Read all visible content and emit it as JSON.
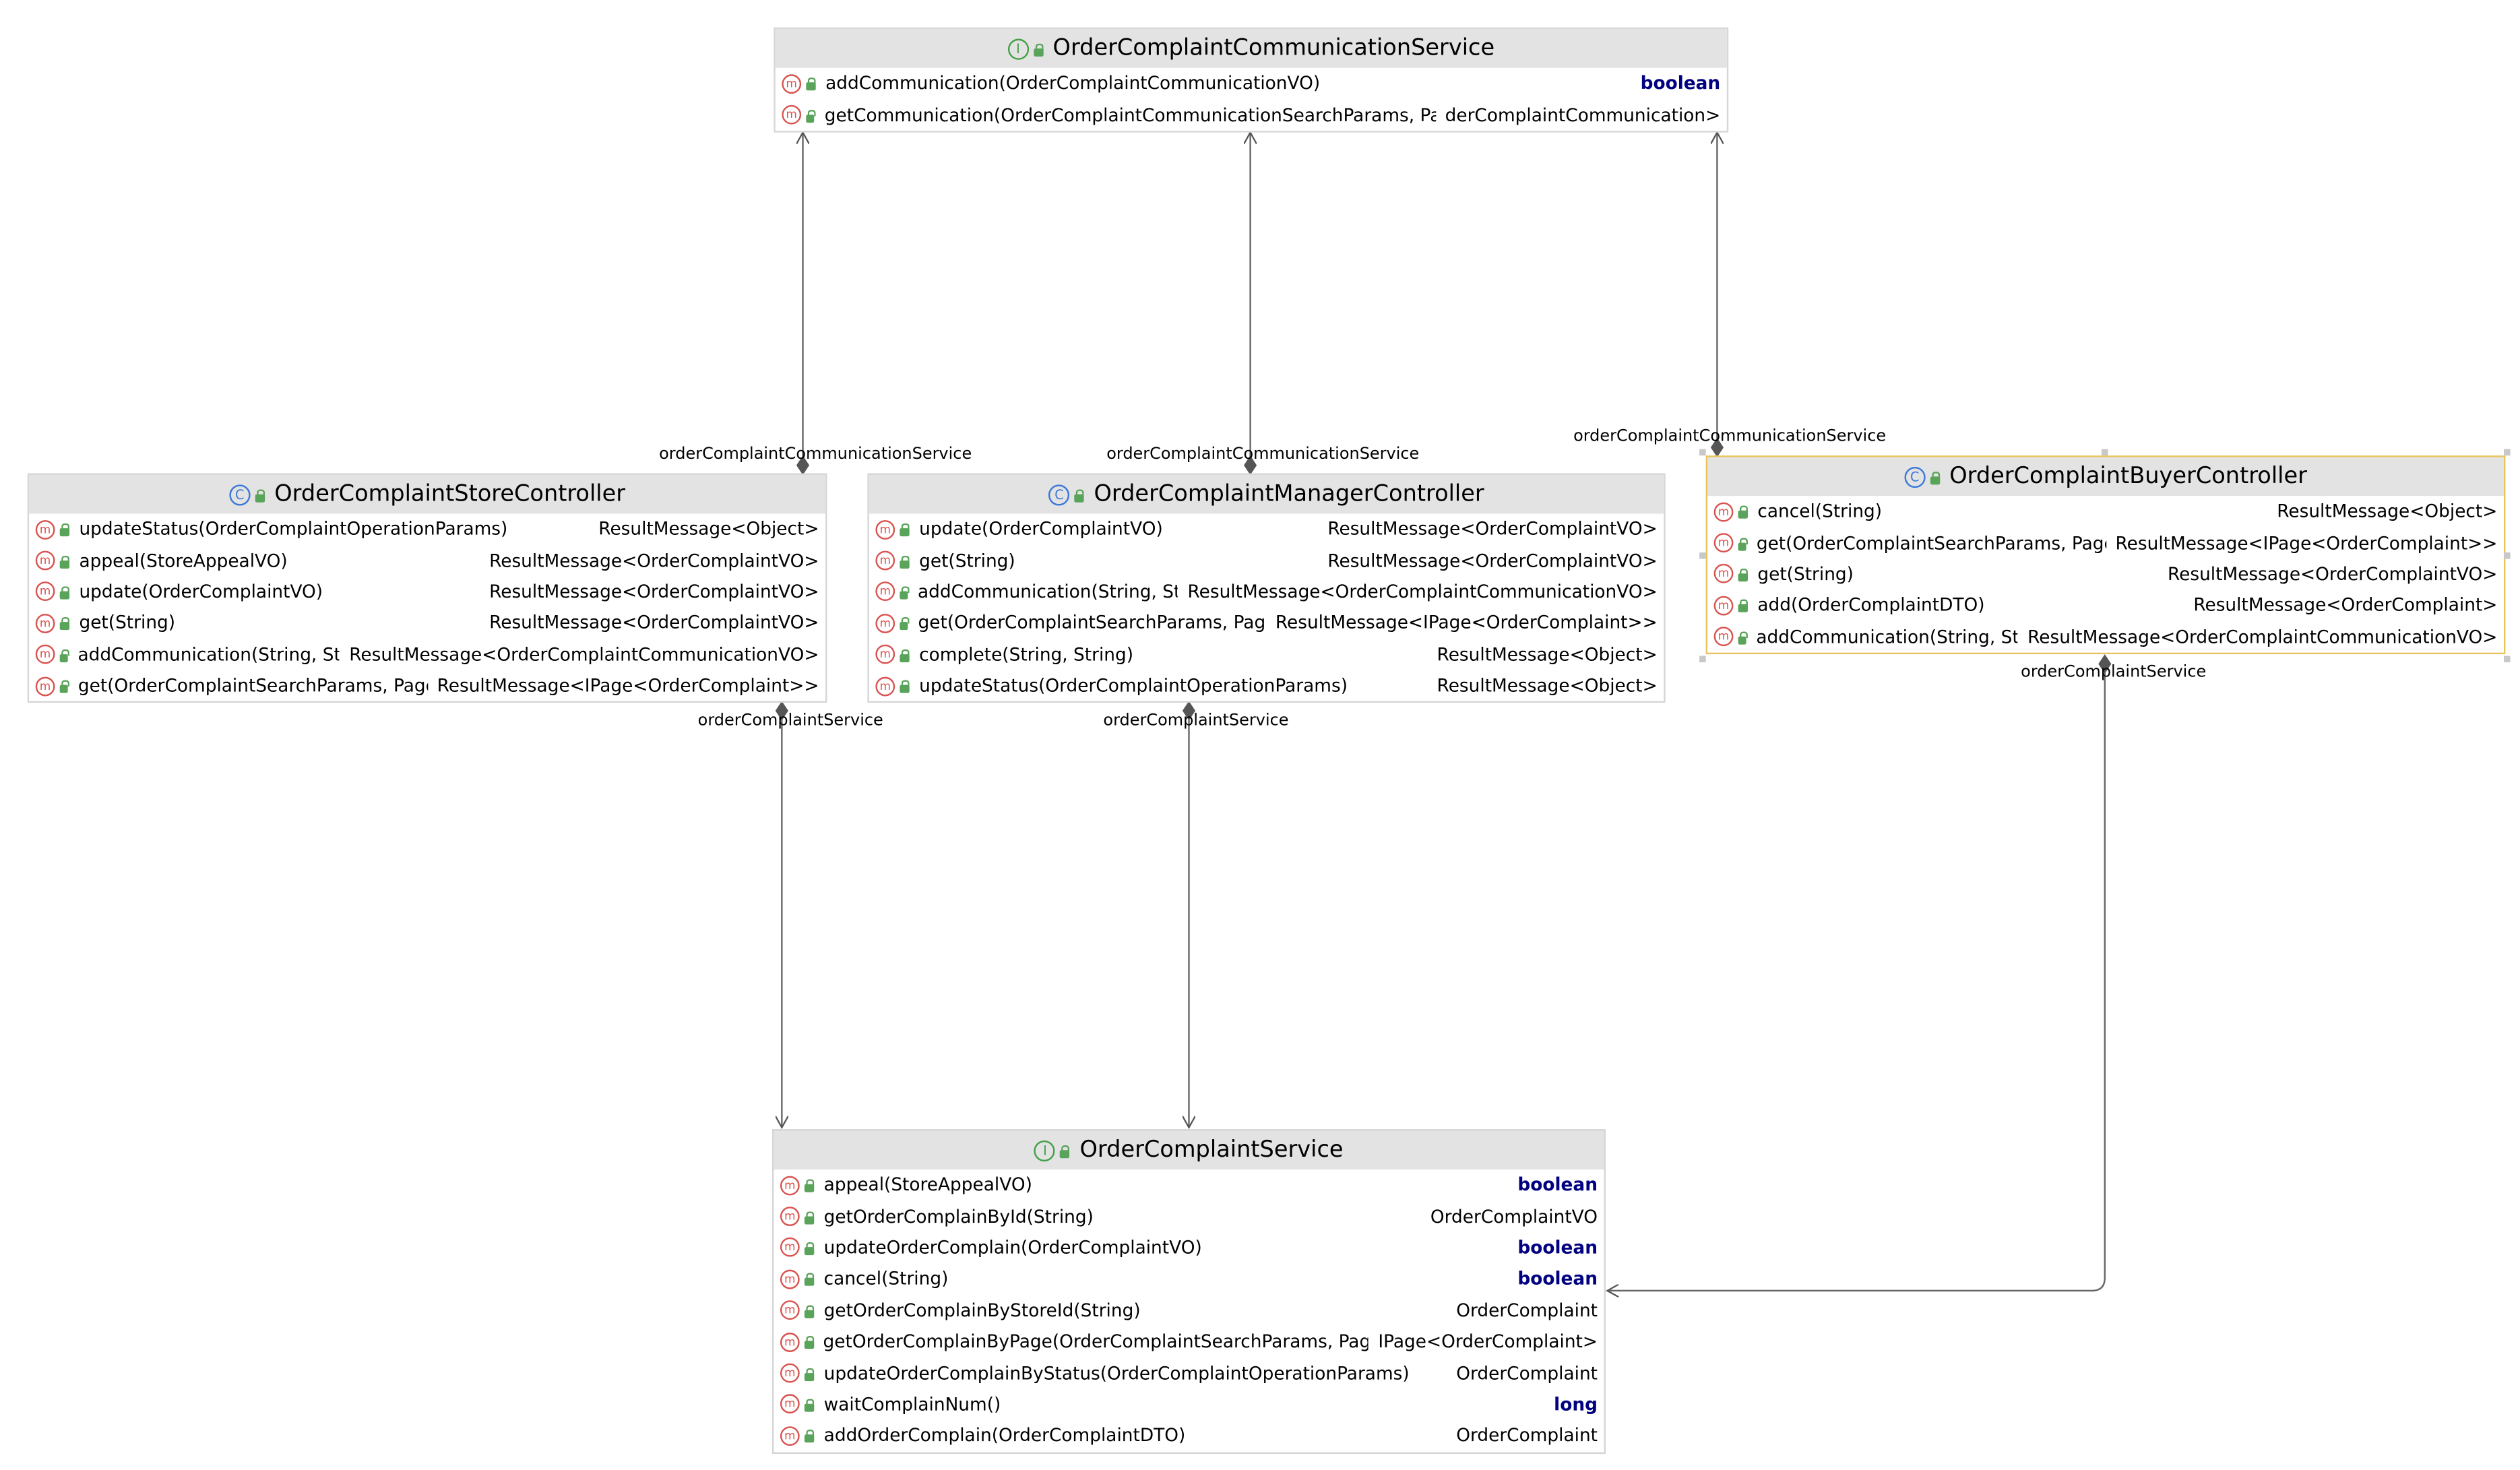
{
  "classes": {
    "comm_service": {
      "name": "OrderComplaintCommunicationService",
      "kind": "I",
      "methods": [
        {
          "sig": "addCommunication(OrderComplaintCommunicationVO)",
          "ret": "boolean"
        },
        {
          "sig": "getCommunication(OrderComplaintCommunicationSearchParams, PageVO)",
          "ret": "derComplaintCommunication>"
        }
      ]
    },
    "store_controller": {
      "name": "OrderComplaintStoreController",
      "kind": "C",
      "methods": [
        {
          "sig": "updateStatus(OrderComplaintOperationParams)",
          "ret": "ResultMessage<Object>"
        },
        {
          "sig": "appeal(StoreAppealVO)",
          "ret": "ResultMessage<OrderComplaintVO>"
        },
        {
          "sig": "update(OrderComplaintVO)",
          "ret": "ResultMessage<OrderComplaintVO>"
        },
        {
          "sig": "get(String)",
          "ret": "ResultMessage<OrderComplaintVO>"
        },
        {
          "sig": "addCommunication(String, String)",
          "ret": "ResultMessage<OrderComplaintCommunicationVO>"
        },
        {
          "sig": "get(OrderComplaintSearchParams, PageVO)",
          "ret": "ResultMessage<IPage<OrderComplaint>>"
        }
      ]
    },
    "manager_controller": {
      "name": "OrderComplaintManagerController",
      "kind": "C",
      "methods": [
        {
          "sig": "update(OrderComplaintVO)",
          "ret": "ResultMessage<OrderComplaintVO>"
        },
        {
          "sig": "get(String)",
          "ret": "ResultMessage<OrderComplaintVO>"
        },
        {
          "sig": "addCommunication(String, String)",
          "ret": "ResultMessage<OrderComplaintCommunicationVO>"
        },
        {
          "sig": "get(OrderComplaintSearchParams, PageVO)",
          "ret": "ResultMessage<IPage<OrderComplaint>>"
        },
        {
          "sig": "complete(String, String)",
          "ret": "ResultMessage<Object>"
        },
        {
          "sig": "updateStatus(OrderComplaintOperationParams)",
          "ret": "ResultMessage<Object>"
        }
      ]
    },
    "buyer_controller": {
      "name": "OrderComplaintBuyerController",
      "kind": "C",
      "methods": [
        {
          "sig": "cancel(String)",
          "ret": "ResultMessage<Object>"
        },
        {
          "sig": "get(OrderComplaintSearchParams, PageVO)",
          "ret": "ResultMessage<IPage<OrderComplaint>>"
        },
        {
          "sig": "get(String)",
          "ret": "ResultMessage<OrderComplaintVO>"
        },
        {
          "sig": "add(OrderComplaintDTO)",
          "ret": "ResultMessage<OrderComplaint>"
        },
        {
          "sig": "addCommunication(String, String)",
          "ret": "ResultMessage<OrderComplaintCommunicationVO>"
        }
      ]
    },
    "complaint_service": {
      "name": "OrderComplaintService",
      "kind": "I",
      "methods": [
        {
          "sig": "appeal(StoreAppealVO)",
          "ret": "boolean"
        },
        {
          "sig": "getOrderComplainById(String)",
          "ret": "OrderComplaintVO"
        },
        {
          "sig": "updateOrderComplain(OrderComplaintVO)",
          "ret": "boolean"
        },
        {
          "sig": "cancel(String)",
          "ret": "boolean"
        },
        {
          "sig": "getOrderComplainByStoreId(String)",
          "ret": "OrderComplaint"
        },
        {
          "sig": "getOrderComplainByPage(OrderComplaintSearchParams, PageVO)",
          "ret": "IPage<OrderComplaint>"
        },
        {
          "sig": "updateOrderComplainByStatus(OrderComplaintOperationParams)",
          "ret": "OrderComplaint"
        },
        {
          "sig": "waitComplainNum()",
          "ret": "long"
        },
        {
          "sig": "addOrderComplain(OrderComplaintDTO)",
          "ret": "OrderComplaint"
        }
      ]
    }
  },
  "edge_labels": {
    "store_comm": "orderComplaintCommunicationService",
    "manager_comm": "orderComplaintCommunicationService",
    "buyer_comm": "orderComplaintCommunicationService",
    "store_service": "orderComplaintService",
    "manager_service": "orderComplaintService",
    "buyer_service": "orderComplaintService"
  },
  "colors": {
    "header": "#e3e3e3",
    "keyword": "#000080",
    "selection": "#e8c45a",
    "edge": "#555555"
  }
}
